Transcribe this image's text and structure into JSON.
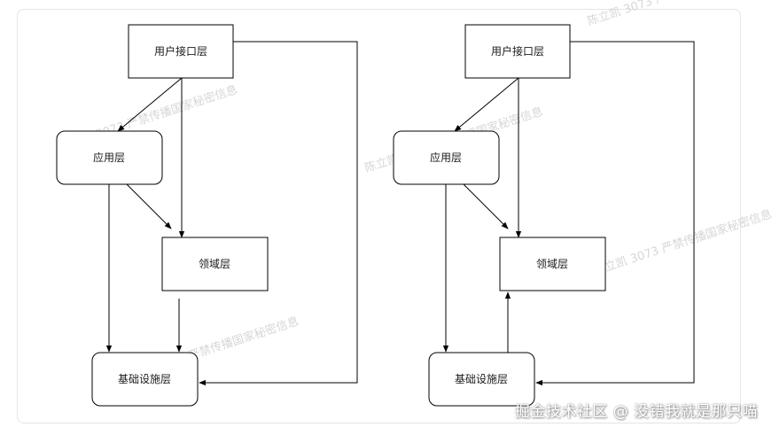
{
  "diagrams": [
    {
      "layers": {
        "user_interface": "用户接口层",
        "application": "应用层",
        "domain": "领域层",
        "infrastructure": "基础设施层"
      }
    },
    {
      "layers": {
        "user_interface": "用户接口层",
        "application": "应用层",
        "domain": "领域层",
        "infrastructure": "基础设施层"
      }
    }
  ],
  "watermark_text": "陈立凯 3073 严禁传播国家秘密信息",
  "footer_watermark": "掘金技术社区 @ 没错我就是那只喵"
}
